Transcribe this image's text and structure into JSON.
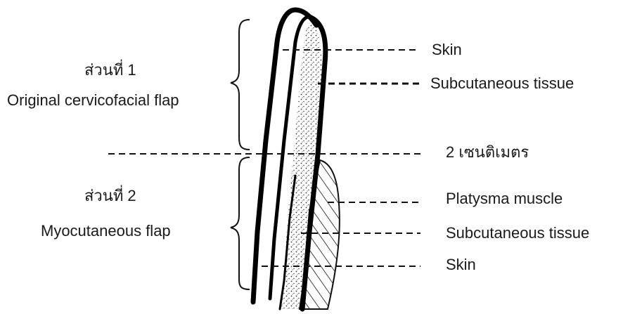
{
  "figure": {
    "section1": {
      "title": "ส่วนที่ 1",
      "subtitle": "Original cervicofacial flap"
    },
    "section2": {
      "title": "ส่วนที่ 2",
      "subtitle": "Myocutaneous flap"
    },
    "divider_label": "2 เซนติเมตร",
    "upper_layers": {
      "skin": "Skin",
      "subcutaneous": "Subcutaneous tissue"
    },
    "lower_layers": {
      "platysma": "Platysma muscle",
      "subcutaneous": "Subcutaneous tissue",
      "skin": "Skin"
    }
  }
}
